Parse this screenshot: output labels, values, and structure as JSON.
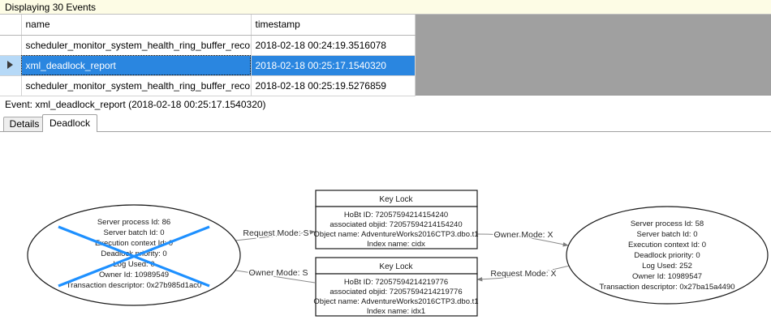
{
  "banner": {
    "text": "Displaying 30 Events"
  },
  "grid": {
    "columns": [
      "",
      "name",
      "timestamp"
    ],
    "rows": [
      {
        "selector": "",
        "name": "scheduler_monitor_system_health_ring_buffer_recorded",
        "timestamp": "2018-02-18 00:24:19.3516078",
        "selected": false
      },
      {
        "selector": "row-arrow",
        "name": "xml_deadlock_report",
        "timestamp": "2018-02-18 00:25:17.1540320",
        "selected": true
      },
      {
        "selector": "",
        "name": "scheduler_monitor_system_health_ring_buffer_recorded",
        "timestamp": "2018-02-18 00:25:19.5276859",
        "selected": false
      }
    ],
    "selection_color": "#2a86e0",
    "empty_area_color": "#a0a0a0"
  },
  "event_header": {
    "text": "Event: xml_deadlock_report (2018-02-18 00:25:17.1540320)"
  },
  "tabs": [
    {
      "id": "details",
      "label": "Details",
      "active": false
    },
    {
      "id": "deadlock",
      "label": "Deadlock",
      "active": true
    }
  ],
  "deadlock_graph": {
    "victim_marker_color": "#1e90ff",
    "process_left": {
      "role": "victim",
      "lines": [
        "Server process Id: 86",
        "Server batch Id: 0",
        "Execution context Id: 0",
        "Deadlock priority: 0",
        "Log Used: 0",
        "Owner Id: 10989549",
        "Transaction descriptor: 0x27b985d1ac0"
      ]
    },
    "process_right": {
      "role": "survivor",
      "lines": [
        "Server process Id: 58",
        "Server batch Id: 0",
        "Execution context Id: 0",
        "Deadlock priority: 0",
        "Log Used: 252",
        "Owner Id: 10989547",
        "Transaction descriptor: 0x27ba15a4490"
      ]
    },
    "resource_top": {
      "title": "Key Lock",
      "lines": [
        "HoBt ID: 72057594214154240",
        "associated objid: 72057594214154240",
        "Object name: AdventureWorks2016CTP3.dbo.t1",
        "Index name: cidx"
      ]
    },
    "resource_bottom": {
      "title": "Key Lock",
      "lines": [
        "HoBt ID: 72057594214219776",
        "associated objid: 72057594214219776",
        "Object name: AdventureWorks2016CTP3.dbo.t1",
        "Index name: idx1"
      ]
    },
    "edges": [
      {
        "id": "left-request-top",
        "label": "Request Mode: S"
      },
      {
        "id": "top-owner-right",
        "label": "Owner Mode: X"
      },
      {
        "id": "bottom-owner-left",
        "label": "Owner Mode: S"
      },
      {
        "id": "right-request-bottom",
        "label": "Request Mode: X"
      }
    ]
  }
}
